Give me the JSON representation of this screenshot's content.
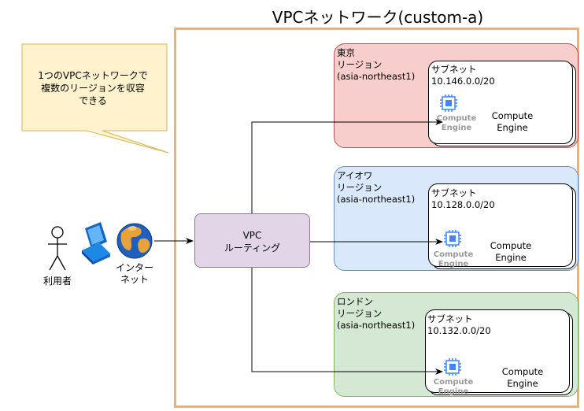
{
  "diagram": {
    "vpc_title": "VPCネットワーク(custom-a)",
    "callout": "1つのVPCネットワークで\n複数のリージョンを収容\nできる",
    "user_label": "利用者",
    "internet_label": "インター\nネット",
    "router_label": "VPC\nルーティング",
    "regions": [
      {
        "label": "東京\nリージョン\n(asia-northeast1)",
        "subnet_label": "サブネット\n10.146.0.0/20",
        "chip_label": "Compute\nEngine",
        "ce_label": "Compute\nEngine"
      },
      {
        "label": "アイオワ\nリージョン\n(asia-northeast1)",
        "subnet_label": "サブネット\n10.128.0.0/20",
        "chip_label": "Compute\nEngine",
        "ce_label": "Compute\nEngine"
      },
      {
        "label": "ロンドン\nリージョン\n(asia-northeast1)",
        "subnet_label": "サブネット\n10.132.0.0/20",
        "chip_label": "Compute\nEngine",
        "ce_label": "Compute\nEngine"
      }
    ],
    "colors": {
      "vpc_border": "#f4b066",
      "callout_fill": "#fff2cc",
      "callout_border": "#d6b656",
      "tokyo_fill": "#f8cecc",
      "iowa_fill": "#dae8fc",
      "london_fill": "#d5e8d4",
      "router_fill": "#e1d5e7",
      "chip_blue": "#4285f4"
    },
    "icons": [
      "person-icon",
      "computer-icon",
      "globe-icon",
      "compute-engine-icon"
    ]
  }
}
